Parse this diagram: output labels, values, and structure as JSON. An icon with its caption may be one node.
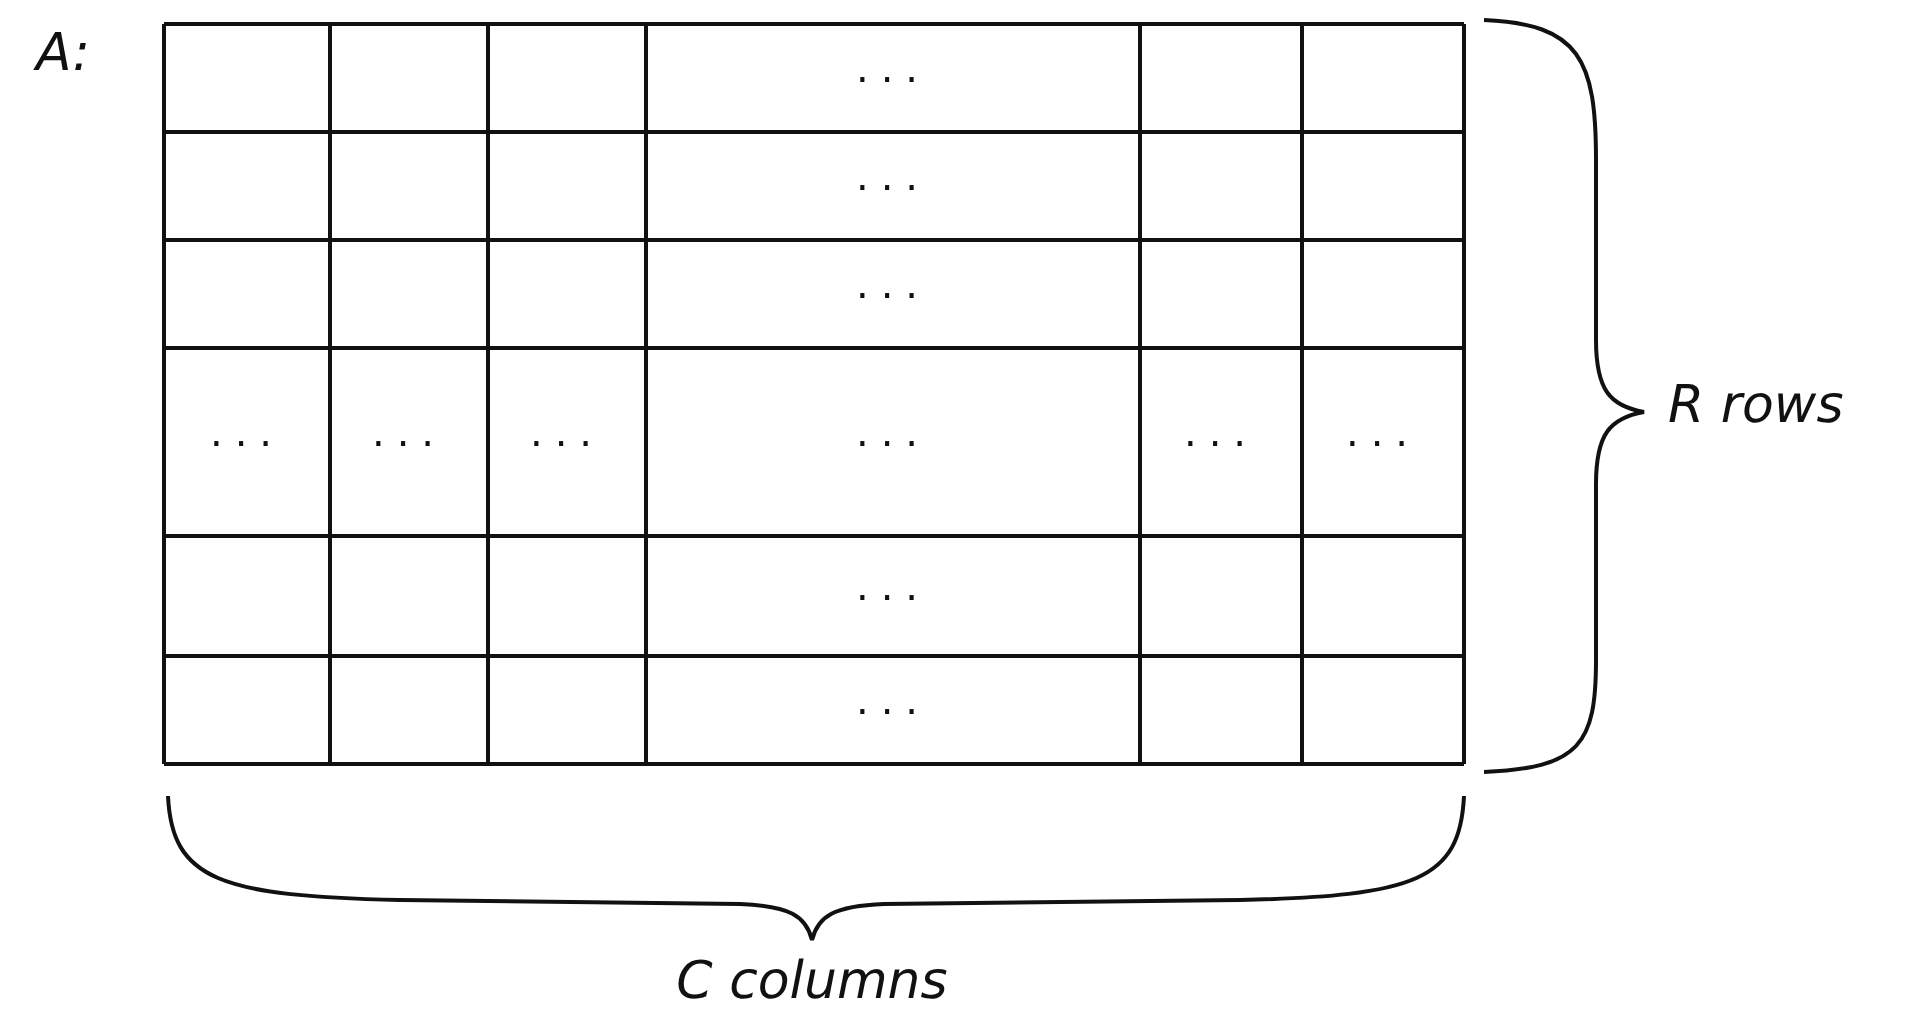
{
  "diagram": {
    "labels": [
      "A:",
      "...",
      "...",
      "...",
      "...",
      "...",
      "...",
      "...",
      "...",
      "...",
      "...",
      "...",
      "R rows",
      "C columns"
    ]
  }
}
